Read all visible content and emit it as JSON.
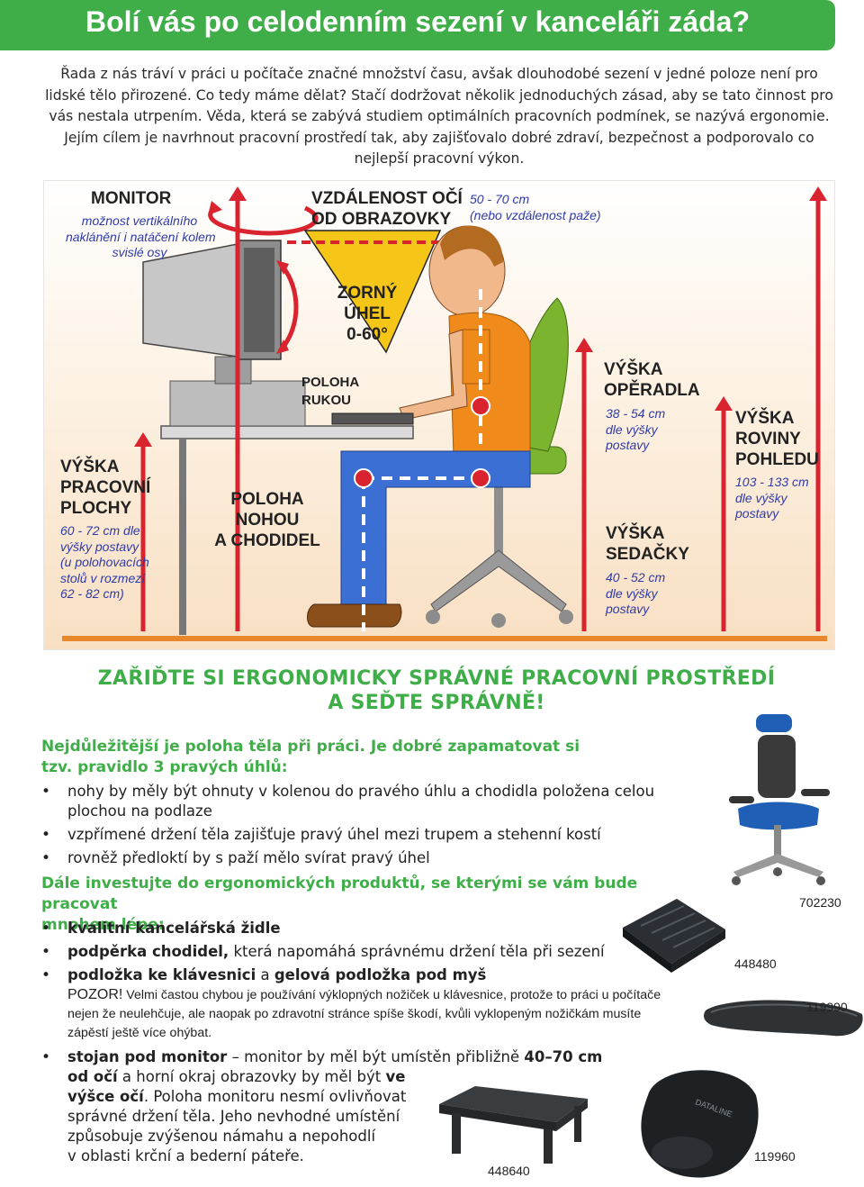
{
  "banner": {
    "title": "Bolí vás po celodenním sezení v kanceláři záda?"
  },
  "intro": "Řada z nás tráví v práci u počítače značné množství času, avšak dlouhodobé sezení v jedné poloze není pro lidské tělo přirozené. Co tedy máme dělat? Stačí dodržovat několik jednoduchých zásad, aby se tato činnost pro vás nestala utrpením. Věda, která se zabývá studiem optimálních pracovních podmínek, se nazývá ergonomie. Jejím cílem je navrhnout pracovní prostředí tak, aby zajišťovalo dobré zdraví, bezpečnost a podporovalo co nejlepší pracovní výkon.",
  "diagram": {
    "monitor_title": "MONITOR",
    "monitor_note": [
      "možnost vertikálního",
      "naklánění i natáčení kolem",
      "svislé osy"
    ],
    "distance_title": [
      "VZDÁLENOST OČÍ",
      "OD OBRAZOVKY"
    ],
    "distance_note": [
      "50 - 70 cm",
      "(nebo vzdálenost paže)"
    ],
    "angle_title": [
      "ZORNÝ",
      "ÚHEL",
      "0-60°"
    ],
    "hands_title": [
      "POLOHA",
      "RUKOU"
    ],
    "backrest_title": [
      "VÝŠKA",
      "OPĚRADLA"
    ],
    "backrest_note": [
      "38 - 54 cm",
      "dle výšky",
      "postavy"
    ],
    "view_title": [
      "VÝŠKA",
      "ROVINY",
      "POHLEDU"
    ],
    "view_note": [
      "103 - 133 cm",
      "dle výšky",
      "postavy"
    ],
    "desk_title": [
      "VÝŠKA",
      "PRACOVNÍ",
      "PLOCHY"
    ],
    "desk_note": [
      "60 - 72 cm dle",
      "výšky postavy",
      "(u polohovacích",
      "stolů v rozmezí",
      "62 - 82 cm)"
    ],
    "legs_title": [
      "POLOHA",
      "NOHOU",
      "A CHODIDEL"
    ],
    "seat_title": [
      "VÝŠKA",
      "SEDAČKY"
    ],
    "seat_note": [
      "40 - 52 cm",
      "dle výšky",
      "postavy"
    ]
  },
  "headline": [
    "ZAŘIĎTE SI ERGONOMICKY SPRÁVNÉ PRACOVNÍ PROSTŘEDÍ",
    "A SEĎTE SPRÁVNĚ!"
  ],
  "section1": {
    "heading": [
      "Nejdůležitější je poloha těla při práci. Je dobré zapamatovat si",
      "tzv. pravidlo 3 pravých úhlů:"
    ],
    "items": [
      [
        "nohy by měly být ohnuty v kolenou do pravého úhlu a chodidla položena celou",
        "plochou na podlaze"
      ],
      [
        "vzpřímené držení těla zajišťuje pravý úhel mezi trupem a stehenní kostí"
      ],
      [
        "rovněž předloktí by s paží mělo svírat pravý úhel"
      ]
    ]
  },
  "section2": {
    "heading": [
      "Dále investujte do ergonomických produktů, se kterými se vám bude pracovat",
      "mnohem lépe:"
    ],
    "item1": "kvalitní kancelářská židle",
    "item2_bold": "podpěrka chodidel,",
    "item2_rest": " která napomáhá správnému držení těla při sezení",
    "item3_bold1": "podložka ke klávesnici",
    "item3_mid": " a ",
    "item3_bold2": "gelová podložka pod myš",
    "warn_lead": "POZOR!",
    "warn_lines": [
      " Velmi častou chybou je používání výklopných nožiček u klávesnice, protože to práci u počítače",
      "nejen že neulehčuje, ale naopak po zdravotní stránce spíše škodí, kvůli vyklopeným nožičkám musíte",
      "zápěstí ještě více ohýbat."
    ],
    "item4": {
      "b1": "stojan pod monitor",
      "t1": " – monitor by měl být umístěn přibližně ",
      "b2": "40–70 cm",
      "b3": "od očí",
      "t2": " a horní okraj obrazovky by měl být ",
      "b4": "ve",
      "b5": "výšce očí",
      "t3": ". Poloha monitoru nesmí ovlivňovat",
      "t4": "správné držení těla. Jeho nevhodné umístění",
      "t5": "způsobuje zvýšenou námahu a nepohodlí",
      "t6": "v oblasti krční a bederní páteře."
    }
  },
  "products": {
    "chair": "702230",
    "footrest": "448480",
    "wristrest": "119990",
    "stand": "448640",
    "mousepad": "119960",
    "mousepad_brand": "DATALINE"
  },
  "colors": {
    "green": "#3fae49",
    "red": "#d9232e",
    "note_blue": "#2e3aa8"
  }
}
